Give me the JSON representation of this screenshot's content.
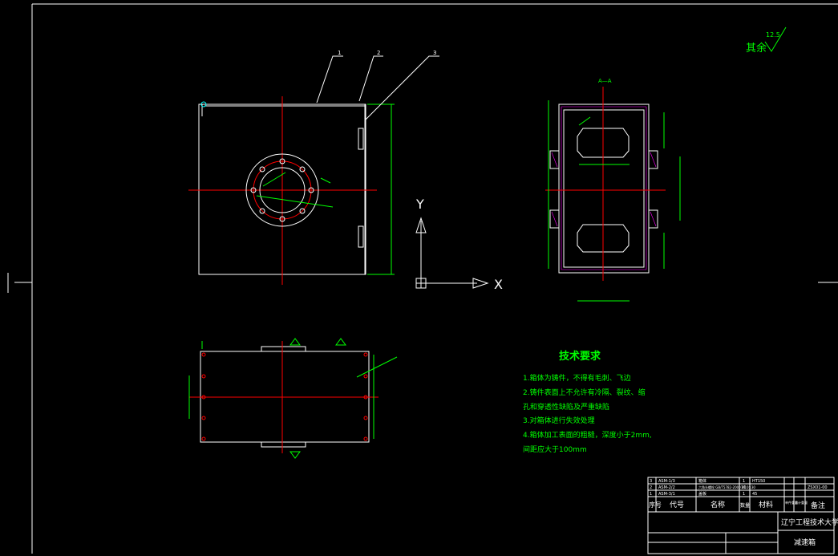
{
  "roughness": {
    "label": "其余",
    "value": "12.5"
  },
  "balloons": [
    "1",
    "2",
    "3"
  ],
  "section_label": "A—A",
  "ucs": {
    "y": "Y",
    "x": "X"
  },
  "tech": {
    "title": "技术要求",
    "lines": [
      "1.箱体为铸件，不得有毛刺、飞边",
      "2.铸件表面上不允许有冷隔、裂纹、缩",
      "孔和穿透性缺陷及严重缺陷",
      "3.对箱体进行失效处理",
      "4.箱体加工表面的粗糙，深度小于2mm,",
      "间距应大于100mm"
    ]
  },
  "title_block": {
    "headers": {
      "seq": "序号",
      "code": "代号",
      "name": "名称",
      "qty": "数量",
      "material": "材料",
      "unit_weight": "单件重量",
      "total_weight": "总计重量",
      "remarks": "备注"
    },
    "rows": [
      {
        "seq": "3",
        "code": "ASM-1/3",
        "name": "箱体",
        "qty": "1",
        "material": "HT150"
      },
      {
        "seq": "2",
        "code": "ASM-2/2",
        "name": "六角头螺栓 GB/T5782-2000 M10×30",
        "qty": "11",
        "material": ""
      },
      {
        "seq": "1",
        "code": "ASM-3/1",
        "name": "盖板",
        "qty": "1",
        "material": "45"
      }
    ],
    "school": "辽宁工程技术大学",
    "drawing_name": "减速箱",
    "drawing_no": "ZSX01-00"
  },
  "colors": {
    "background": "#000000",
    "outline": "#ffffff",
    "centerline": "#ff0000",
    "dimension": "#00ff00",
    "text": "#00ff00",
    "hatch": "#ff00ff",
    "leader": "#ffffff"
  }
}
